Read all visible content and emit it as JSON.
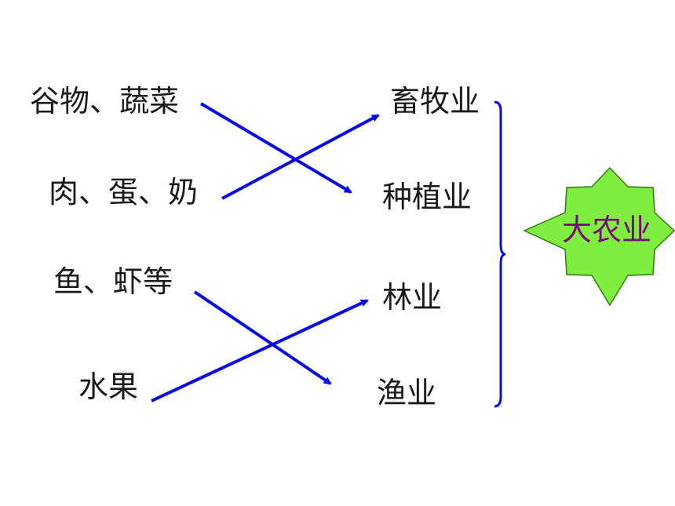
{
  "products": {
    "grains_vegetables": "谷物、蔬菜",
    "meat_eggs_milk": "肉、蛋、奶",
    "fish_shrimp": "鱼、虾等",
    "fruit": "水果"
  },
  "industries": {
    "animal_husbandry": "畜牧业",
    "crop_farming": "种植业",
    "forestry": "林业",
    "fishery": "渔业"
  },
  "group_label": "大农业",
  "colors": {
    "arrow": "#0a0ae6",
    "brace": "#0a0ae6",
    "star_fill": "#80ee40",
    "star_stroke": "#2e7d12",
    "group_text": "#7a0a7a"
  },
  "links": [
    {
      "from": "谷物、蔬菜",
      "to": "种植业"
    },
    {
      "from": "肉、蛋、奶",
      "to": "畜牧业"
    },
    {
      "from": "鱼、虾等",
      "to": "渔业"
    },
    {
      "from": "水果",
      "to": "林业"
    }
  ]
}
